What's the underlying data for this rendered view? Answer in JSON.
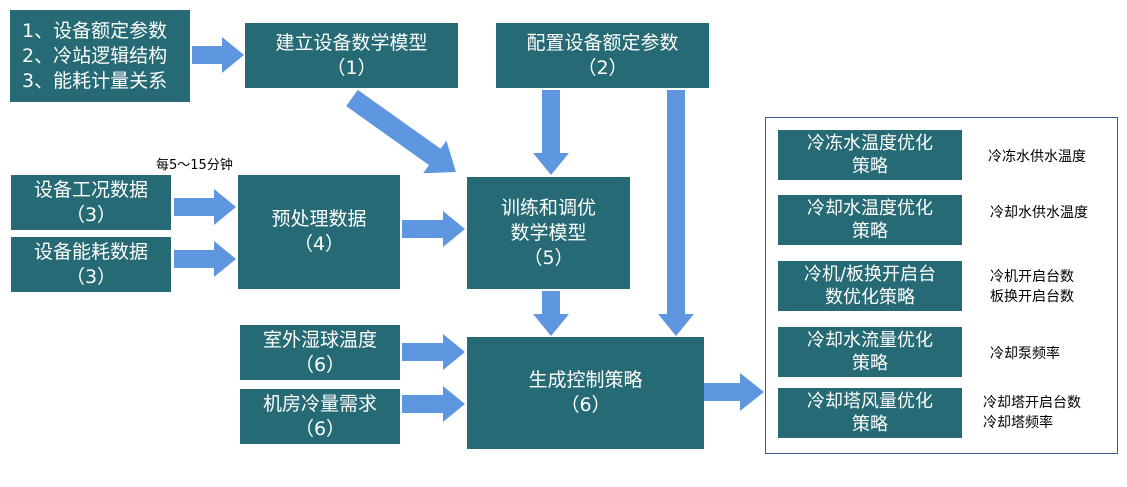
{
  "colors": {
    "box_fill": "#256a74",
    "arrow": "#5e96e0",
    "panel_border": "#3c5d8f",
    "text_light": "#ffffff",
    "text_dark": "#000000"
  },
  "nodes": {
    "inputs": {
      "lines": [
        "1、设备额定参数",
        "2、冷站逻辑结构",
        "3、能耗计量关系"
      ]
    },
    "build_model": {
      "lines": [
        "建立设备数学模型",
        "（1）"
      ]
    },
    "rated_params": {
      "lines": [
        "配置设备额定参数",
        "（2）"
      ]
    },
    "work_data": {
      "lines": [
        "设备工况数据",
        "（3）"
      ]
    },
    "energy_data": {
      "lines": [
        "设备能耗数据",
        "（3）"
      ]
    },
    "preprocess": {
      "lines": [
        "预处理数据",
        "（4）"
      ]
    },
    "train": {
      "lines": [
        "训练和调优",
        "数学模型",
        "（5）"
      ]
    },
    "wet_bulb": {
      "lines": [
        "室外湿球温度",
        "（6）"
      ]
    },
    "cooling_demand": {
      "lines": [
        "机房冷量需求",
        "（6）"
      ]
    },
    "gen_strategy": {
      "lines": [
        "生成控制策略",
        "（6）"
      ]
    }
  },
  "interval_note": "每5～15分钟",
  "strategies": [
    {
      "name_lines": [
        "冷冻水温度优化",
        "策略"
      ],
      "output_lines": [
        "冷冻水供水温度"
      ]
    },
    {
      "name_lines": [
        "冷却水温度优化",
        "策略"
      ],
      "output_lines": [
        "冷却水供水温度"
      ]
    },
    {
      "name_lines": [
        "冷机/板换开启台",
        "数优化策略"
      ],
      "output_lines": [
        "冷机开启台数",
        "板换开启台数"
      ]
    },
    {
      "name_lines": [
        "冷却水流量优化",
        "策略"
      ],
      "output_lines": [
        "冷却泵频率"
      ]
    },
    {
      "name_lines": [
        "冷却塔风量优化",
        "策略"
      ],
      "output_lines": [
        "冷却塔开启台数",
        "冷却塔频率"
      ]
    }
  ]
}
